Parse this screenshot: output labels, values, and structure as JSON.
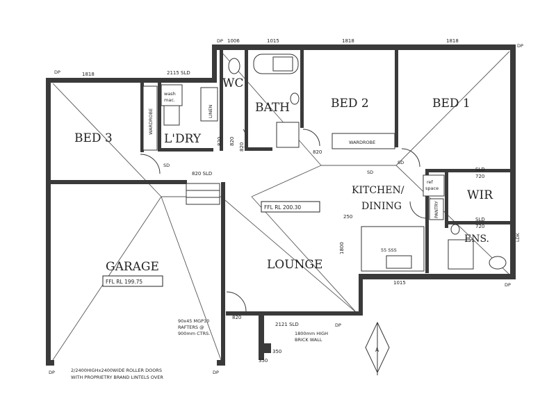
{
  "rooms": {
    "bed3": "BED 3",
    "ldry": "L'DRY",
    "wc": "WC",
    "bath": "BATH",
    "bed2": "BED 2",
    "bed1": "BED 1",
    "kitchen": "KITCHEN/",
    "dining": "DINING",
    "wir": "WIR",
    "ens": "ENS.",
    "garage": "GARAGE",
    "lounge": "LOUNGE"
  },
  "fixtures": {
    "wardrobe": "WARDROBE",
    "wash_1": "wash",
    "wash_2": "mac.",
    "linen": "LINEN",
    "ref_1": "ref",
    "ref_2": "space",
    "pantry": "PANTRY",
    "brick_wall_1": "1800mm HIGH",
    "brick_wall_2": "BRICK WALL",
    "rafters_1": "90x45 MGP10",
    "rafters_2": "RAFTERS @",
    "rafters_3": "900mm CTRS.",
    "roller_doors_1": "2/2400HIGHx2400WIDE ROLLER DOORS",
    "roller_doors_2": "WITH PROPRIETRY BRAND LINTELS OVER"
  },
  "levels": {
    "house": "FFL RL 200.30",
    "garage": "FFL RL 199.75"
  },
  "dimensions": {
    "d1006": "1006",
    "d1015": "1015",
    "d1818a": "1818",
    "d1818b": "1818",
    "d1818c": "1818",
    "d2115": "2115 SLD",
    "d820_sld": "820 SLD",
    "d820a": "820",
    "d820b": "820",
    "d820c": "820",
    "d820d": "820",
    "d820e": "820",
    "d720a": "720",
    "d720b": "720",
    "sld_a": "SLD",
    "sld_b": "SLD",
    "d250": "250",
    "d1800": "1800",
    "d1015b": "1015",
    "d2121": "2121 SLD",
    "d350a": "350",
    "d350b": "350",
    "d55": "55 SSS"
  },
  "markers": {
    "dp1": "DP",
    "dp2": "DP",
    "dp3": "DP",
    "dp4": "DP",
    "dp5": "DP",
    "dp6": "DP",
    "dp7": "DP",
    "sd1": "SD",
    "sd2": "SD",
    "sd3": "SD",
    "ldk": "LDK",
    "north": "A"
  }
}
